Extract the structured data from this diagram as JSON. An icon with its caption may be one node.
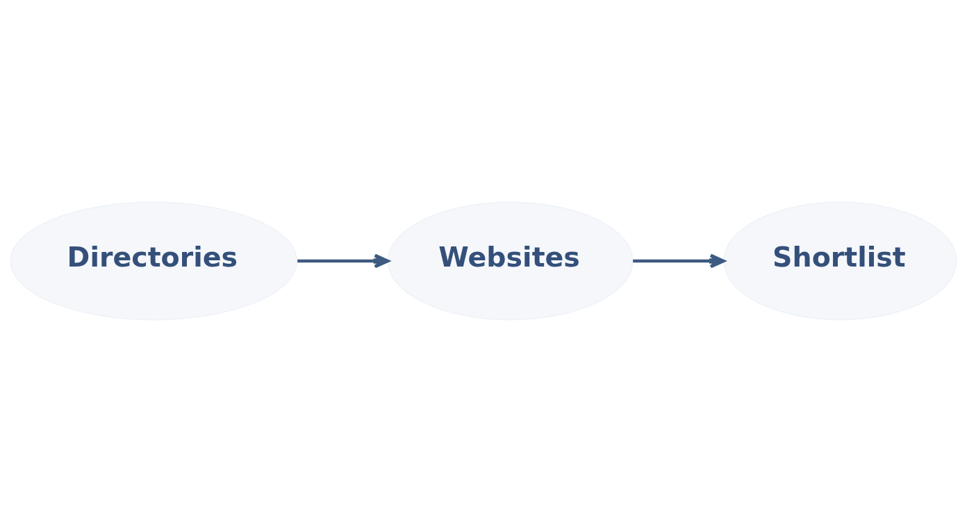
{
  "diagram": {
    "nodes": [
      {
        "text": [
          "Directories"
        ]
      },
      {
        "text": [
          "Websites"
        ]
      },
      {
        "text": [
          "Shortlist"
        ]
      }
    ],
    "edges": [
      {
        "from": 0,
        "to": 1,
        "arrow": "to"
      },
      {
        "from": 1,
        "to": 2,
        "arrow": "to"
      }
    ]
  }
}
